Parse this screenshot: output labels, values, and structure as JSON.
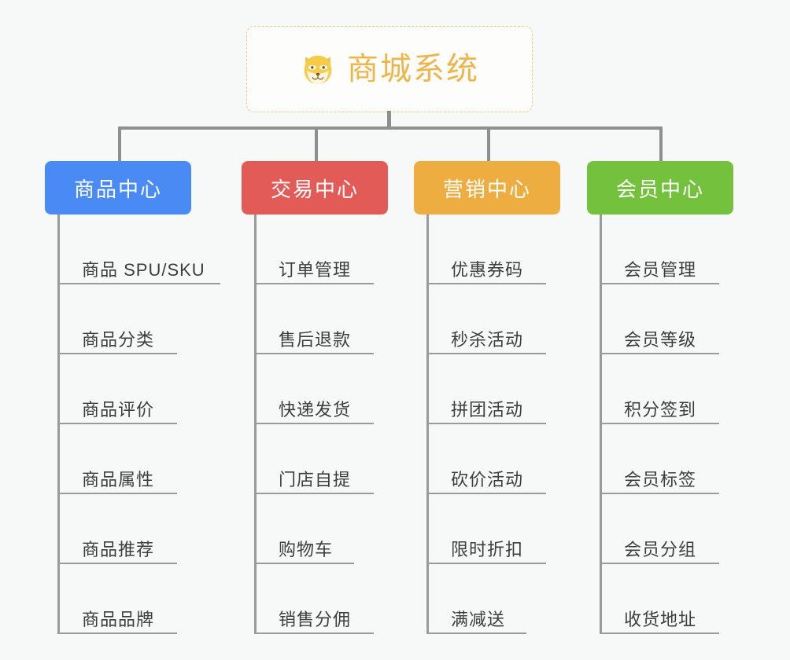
{
  "root": {
    "title": "商城系统",
    "icon": "shiba-dog-icon",
    "title_color": "#edb64c",
    "border_color": "#e8c98a"
  },
  "canvas": {
    "background": "#f7f8f8",
    "connector_color": "#8f8f8f"
  },
  "columns": [
    {
      "title": "商品中心",
      "color": "#4a8af4",
      "items": [
        "商品 SPU/SKU",
        "商品分类",
        "商品评价",
        "商品属性",
        "商品推荐",
        "商品品牌"
      ]
    },
    {
      "title": "交易中心",
      "color": "#e35b57",
      "items": [
        "订单管理",
        "售后退款",
        "快递发货",
        "门店自提",
        "购物车",
        "销售分佣"
      ]
    },
    {
      "title": "营销中心",
      "color": "#eead41",
      "items": [
        "优惠券码",
        "秒杀活动",
        "拼团活动",
        "砍价活动",
        "限时折扣",
        "满减送"
      ]
    },
    {
      "title": "会员中心",
      "color": "#74c13e",
      "items": [
        "会员管理",
        "会员等级",
        "积分签到",
        "会员标签",
        "会员分组",
        "收货地址"
      ]
    }
  ]
}
